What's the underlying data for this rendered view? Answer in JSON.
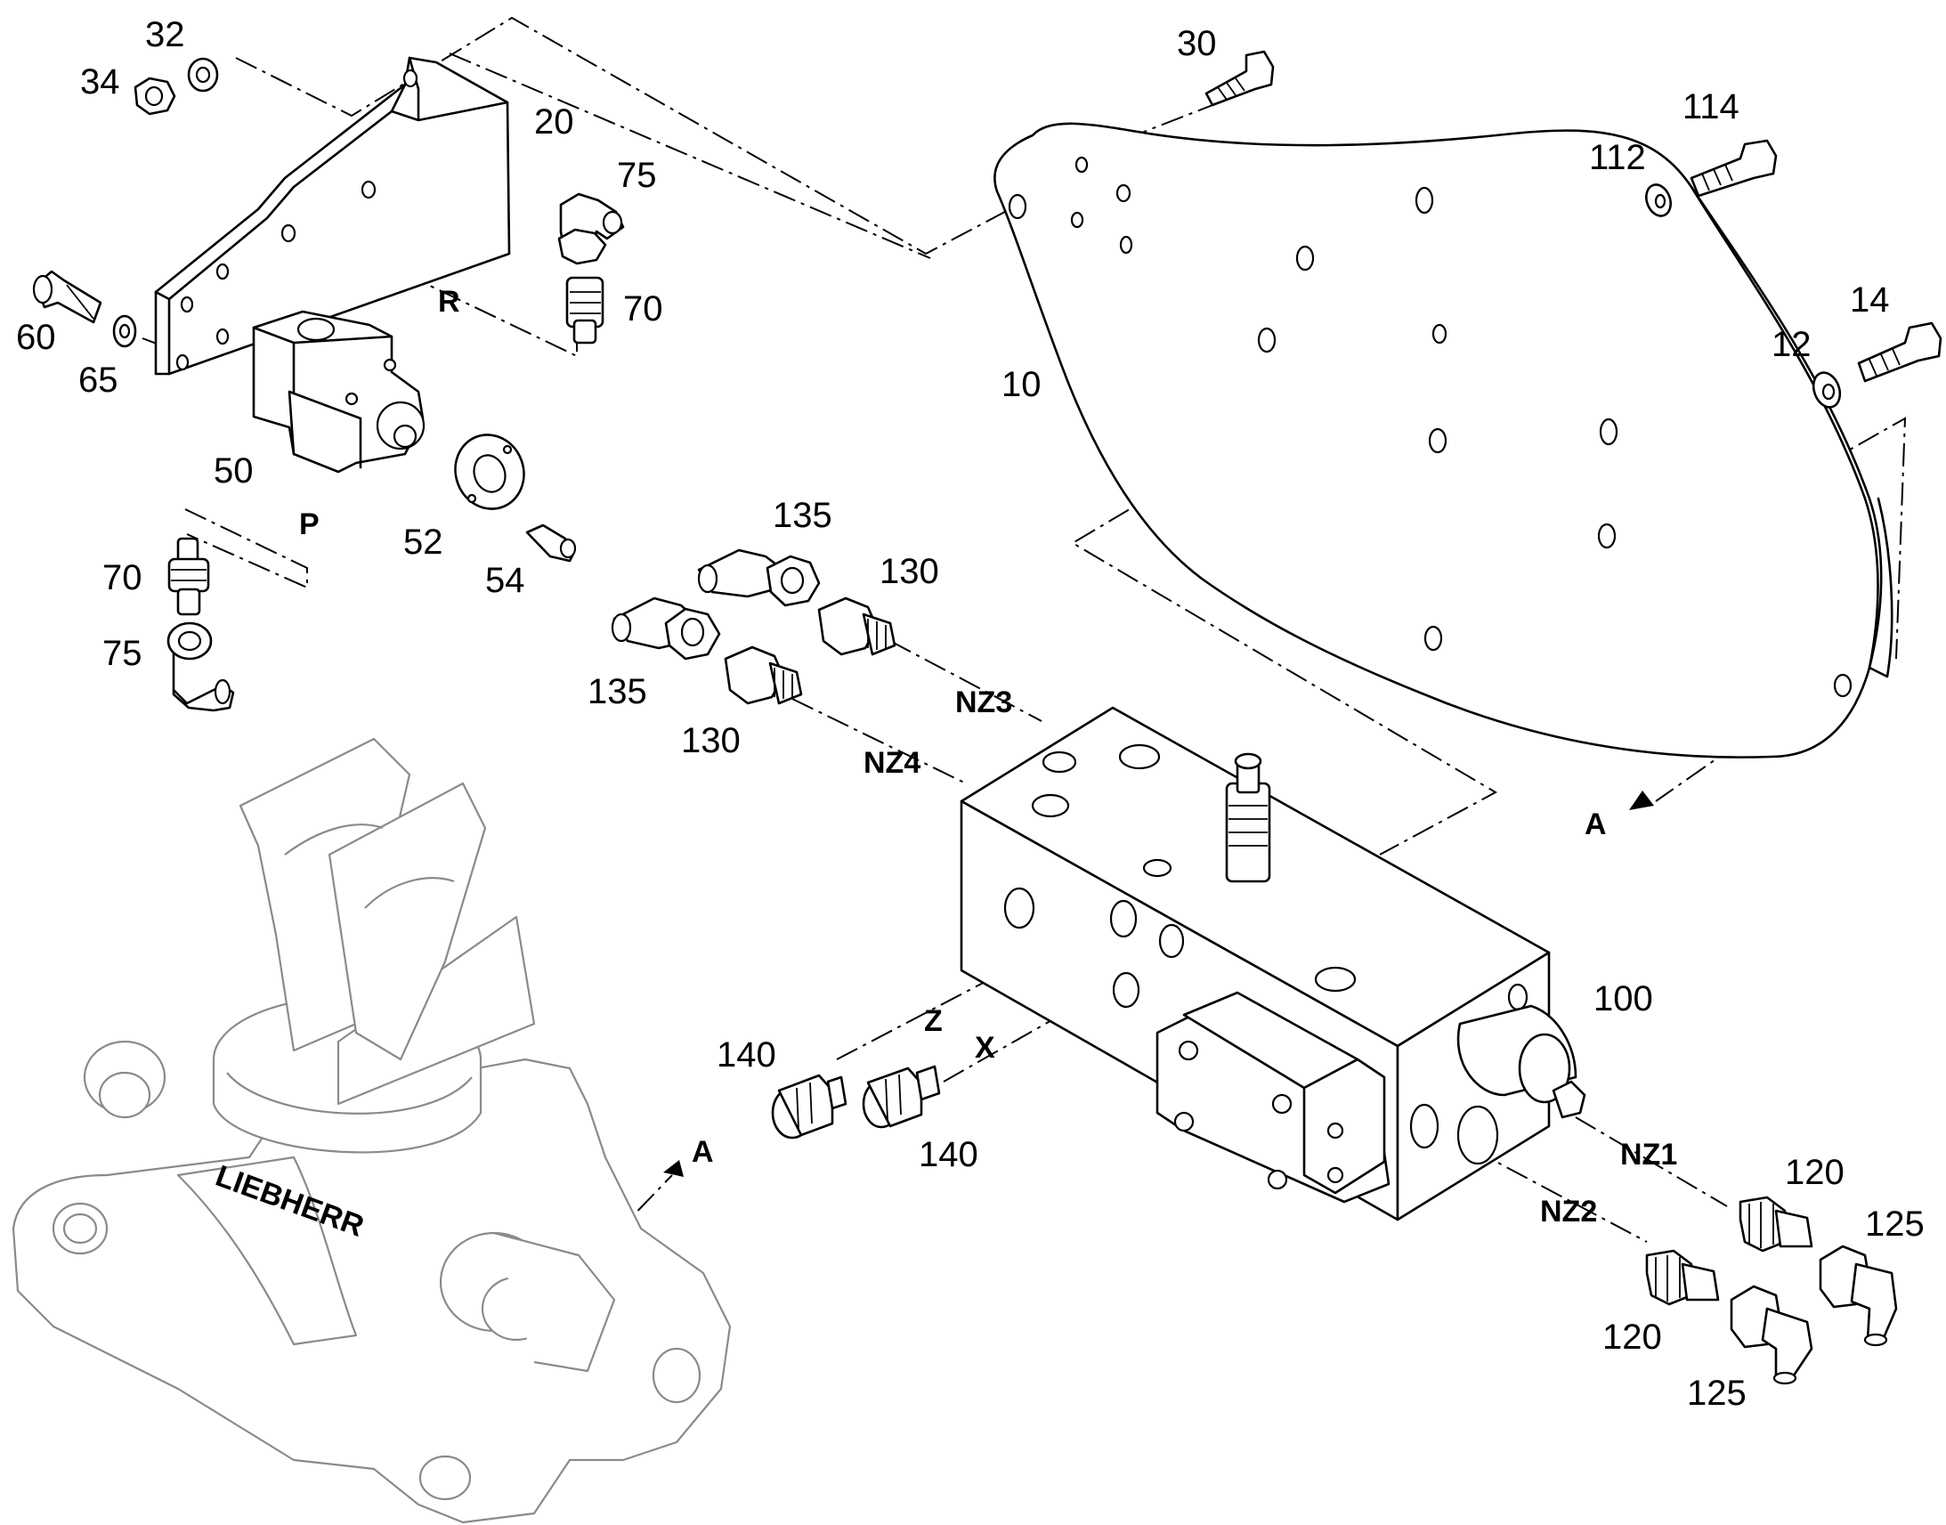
{
  "callouts": {
    "c10": "10",
    "c12": "12",
    "c14": "14",
    "c20": "20",
    "c30": "30",
    "c32": "32",
    "c34": "34",
    "c50": "50",
    "c52": "52",
    "c54": "54",
    "c60": "60",
    "c65": "65",
    "c70a": "70",
    "c70b": "70",
    "c75a": "75",
    "c75b": "75",
    "c100": "100",
    "c112": "112",
    "c114": "114",
    "c120a": "120",
    "c120b": "120",
    "c125a": "125",
    "c125b": "125",
    "c130a": "130",
    "c130b": "130",
    "c135a": "135",
    "c135b": "135",
    "c140a": "140",
    "c140b": "140"
  },
  "ports": {
    "R": "R",
    "P": "P",
    "NZ1": "NZ1",
    "NZ2": "NZ2",
    "NZ3": "NZ3",
    "NZ4": "NZ4",
    "Z": "Z",
    "X": "X"
  },
  "view_markers": {
    "a1": "A",
    "a2": "A"
  },
  "logo": "LIEBHERR"
}
